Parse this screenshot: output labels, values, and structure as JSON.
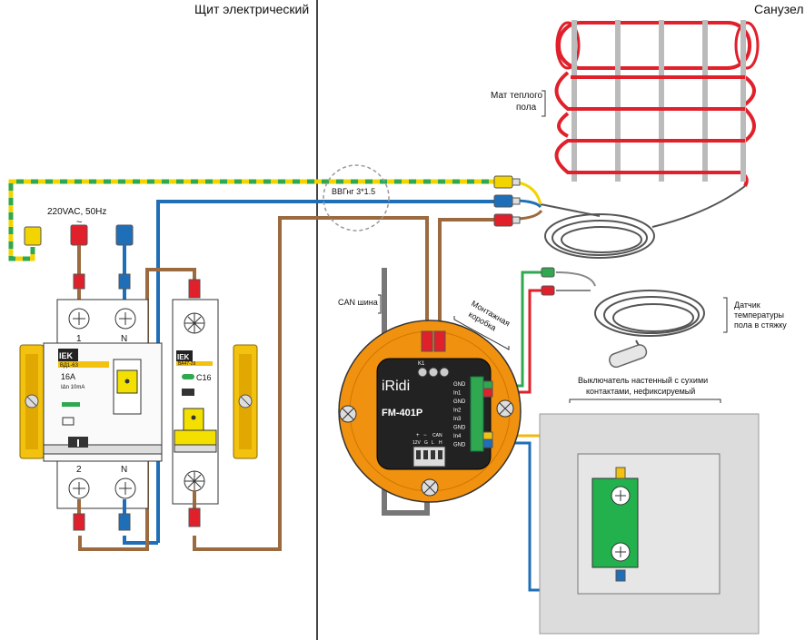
{
  "panels": {
    "left_title": "Щит электрический",
    "right_title": "Санузел"
  },
  "supply": {
    "label": "220VAC, 50Hz",
    "tilde": "~"
  },
  "cable": {
    "label": "ВВГнг 3*1.5"
  },
  "heating_mat": {
    "label_line1": "Мат теплого",
    "label_line2": "пола"
  },
  "sensor": {
    "line1": "Датчик",
    "line2": "температуры",
    "line3": "пола в стяжку"
  },
  "can_bus": {
    "label": "CAN шина"
  },
  "junction_box": {
    "line1": "Монтажная",
    "line2": "коробка"
  },
  "switch": {
    "line1": "Выключатель настенный с сухими",
    "line2": "контактами, нефиксируемый"
  },
  "rcd": {
    "brand": "IEK",
    "model": "ВД1-63",
    "rating": "16A",
    "leak": "IΔn 10mA",
    "term_top_1": "1",
    "term_top_n": "N",
    "term_bot_2": "2",
    "term_bot_n": "N"
  },
  "breaker": {
    "brand": "IEK",
    "model": "ВА47-29",
    "rating": "C16"
  },
  "module": {
    "brand": "iRidi",
    "model": "FM-401P",
    "relay": "K1",
    "pins": [
      "GND",
      "In1",
      "GND",
      "In2",
      "In3",
      "GND",
      "In4",
      "GND"
    ],
    "bottom_labels": {
      "plus": "+",
      "minus": "−",
      "can": "CAN",
      "v12": "12V",
      "g": "G",
      "l": "L",
      "h": "H"
    }
  },
  "colors": {
    "brown": "#9b6a3f",
    "blue": "#1f6fb8",
    "red": "#e0202a",
    "yellow": "#f2d400",
    "green": "#2fa84f",
    "orange": "#f0920f",
    "rcd_yellow": "#f3c20e",
    "gray_panel": "#dcdcdc"
  }
}
